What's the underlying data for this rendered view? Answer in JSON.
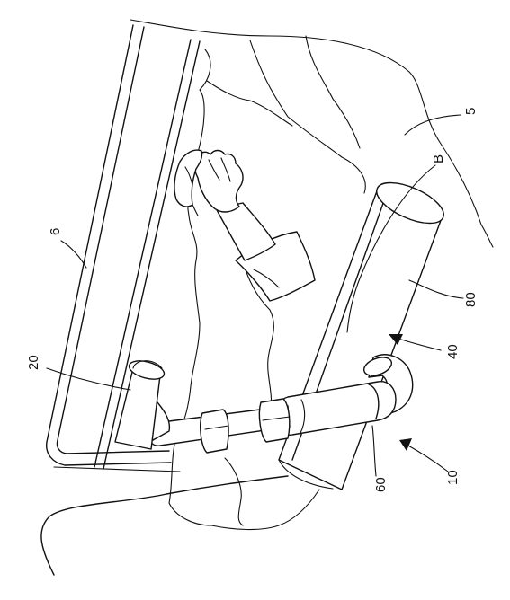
{
  "labels": {
    "ref_5": "5",
    "ref_6": "6",
    "ref_B": "B",
    "ref_20": "20",
    "ref_40": "40",
    "ref_60": "60",
    "ref_80": "80",
    "ref_10": "10"
  }
}
